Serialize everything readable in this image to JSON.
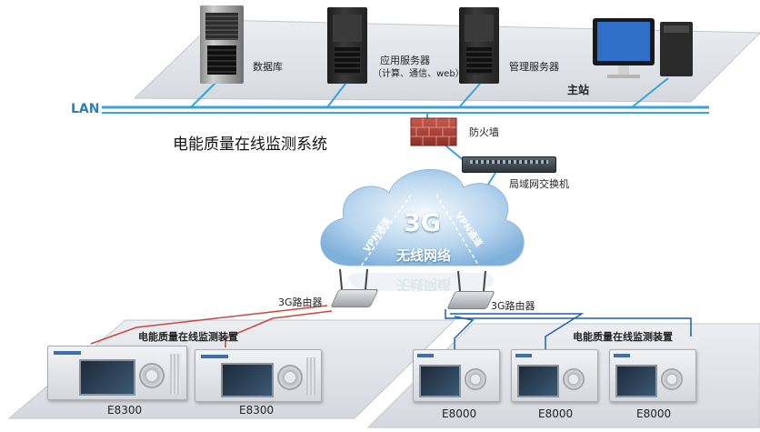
{
  "labels": {
    "database": "数据库",
    "app_server": "应用服务器",
    "app_server_sub": "（计算、通信、web）",
    "mgmt_server": "管理服务器",
    "master_station": "主站",
    "lan": "LAN",
    "system_name": "电能质量在线监测系统",
    "firewall": "防火墙",
    "lan_switch": "局域网交换机",
    "cloud_main": "3G",
    "cloud_sub": "无线网络",
    "cloud_mirror": "无线网络",
    "vpn_left": "VPN通道",
    "vpn_right": "VPN通道",
    "router_left": "3G路由器",
    "router_right": "3G路由器",
    "device_group_left": "电能质量在线监测装置",
    "device_group_right": "电能质量在线监测装置",
    "device_1": "E8300",
    "device_2": "E8300",
    "device_3": "E8000",
    "device_4": "E8000",
    "device_5": "E8000"
  },
  "colors": {
    "network_line": "#3aa3d9",
    "lan_text": "#2a7fc1",
    "device_link_left": "#c9473f",
    "device_link_right": "#1c5fb0",
    "firewall": "#b3443a",
    "cloud": "#9cc6e8"
  },
  "icons": {
    "database": "server-tower-icon",
    "app_server": "server-tower-icon",
    "mgmt_server": "server-tower-icon",
    "workstation": "desktop-computer-icon",
    "firewall": "brick-wall-icon",
    "switch": "network-switch-icon",
    "cloud": "cloud-icon",
    "router": "wireless-router-icon",
    "device": "power-quality-monitor-icon"
  }
}
